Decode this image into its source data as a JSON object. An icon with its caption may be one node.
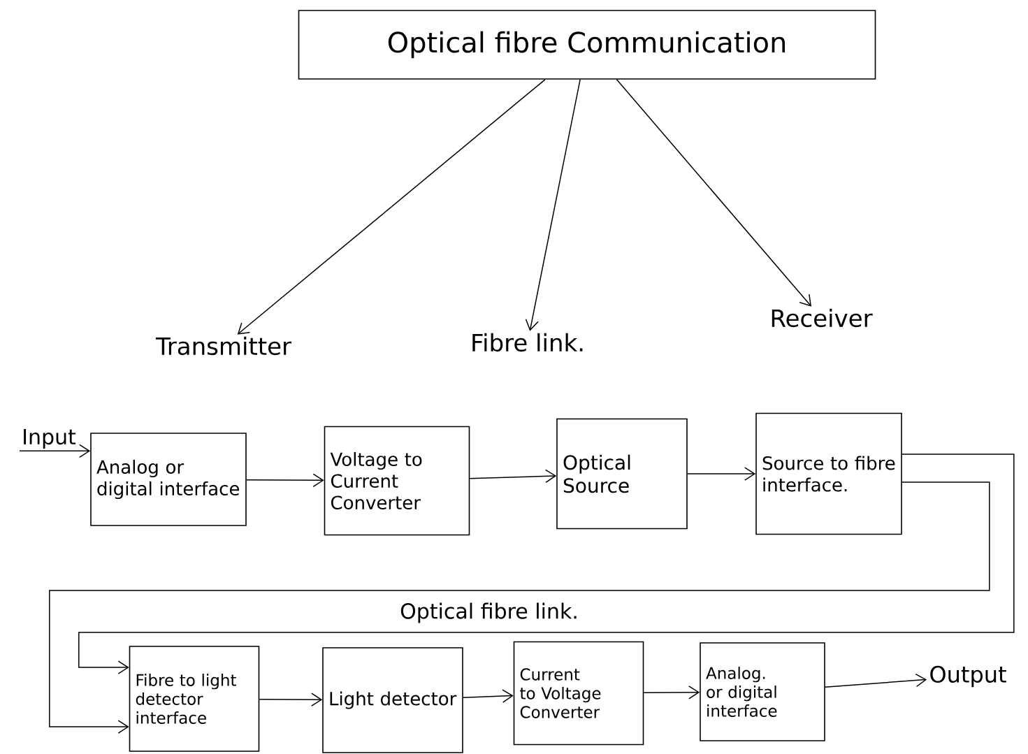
{
  "diagram": {
    "nodes": [
      {
        "text": [
          "Optical fibre Communication"
        ]
      },
      {
        "text": [
          "Transmitter"
        ]
      },
      {
        "text": [
          "Fibre link."
        ]
      },
      {
        "text": [
          "Receiver"
        ]
      },
      {
        "text": [
          "Input"
        ]
      },
      {
        "text": [
          "Analog or digital interface"
        ]
      },
      {
        "text": [
          "Voltage to Current Converter"
        ]
      },
      {
        "text": [
          "Optical Source"
        ]
      },
      {
        "text": [
          "Source to fibre interface."
        ]
      },
      {
        "text": [
          "Fibre to light detector interface"
        ]
      },
      {
        "text": [
          "Light detector"
        ]
      },
      {
        "text": [
          "Current to Voltage Converter"
        ]
      },
      {
        "text": [
          "Analog. or digital interface"
        ]
      },
      {
        "text": [
          "Output"
        ]
      }
    ],
    "edges": [
      {
        "from": 0,
        "to": 1,
        "arrow": "to"
      },
      {
        "from": 0,
        "to": 2,
        "arrow": "to"
      },
      {
        "from": 0,
        "to": 3,
        "arrow": "to"
      },
      {
        "from": 4,
        "to": 5,
        "arrow": "to"
      },
      {
        "from": 5,
        "to": 6,
        "arrow": "to"
      },
      {
        "from": 6,
        "to": 7,
        "arrow": "to"
      },
      {
        "from": 7,
        "to": 8,
        "arrow": "to"
      },
      {
        "from": 8,
        "to": 9,
        "arrow": "to"
      },
      {
        "from": 8,
        "to": 9,
        "arrow": "to"
      },
      {
        "from": 9,
        "to": 10,
        "arrow": "to"
      },
      {
        "from": 10,
        "to": 11,
        "arrow": "to"
      },
      {
        "from": 11,
        "to": 12,
        "arrow": "to"
      },
      {
        "from": 12,
        "to": 13,
        "arrow": "to"
      }
    ],
    "labels": [
      "Optical fibre link."
    ]
  }
}
